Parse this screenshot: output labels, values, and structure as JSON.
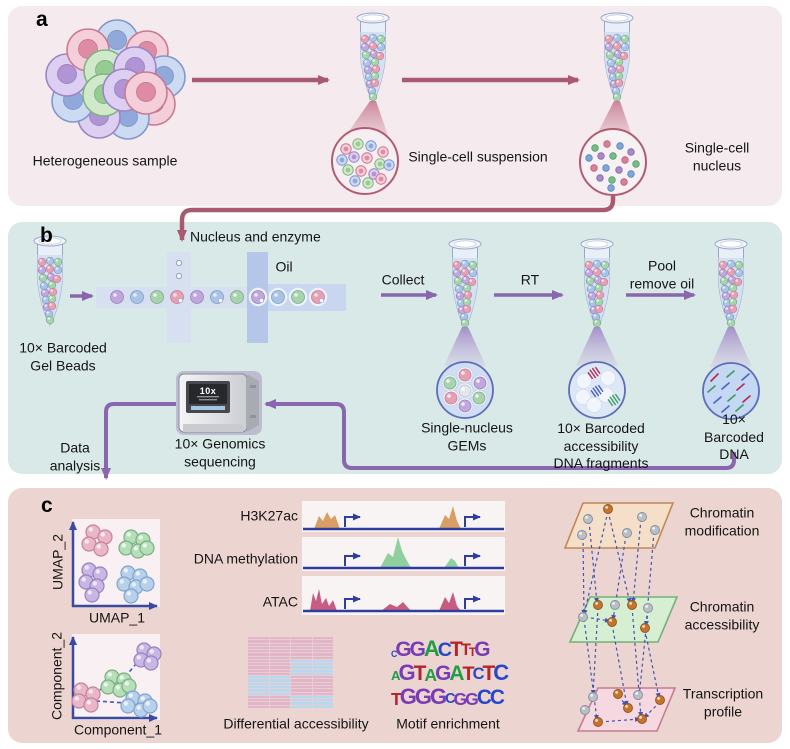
{
  "panel_a": {
    "letter": "a",
    "sample_label": "Heterogeneous sample",
    "suspension_label": "Single-cell suspension",
    "nucleus_label": "Single-cell nucleus"
  },
  "panel_b": {
    "letter": "b",
    "nucleus_enzyme_label": "Nucleus and enzyme",
    "oil_label": "Oil",
    "gel_beads_label": "10× Barcoded\nGel Beads",
    "collect_label": "Collect",
    "rt_label": "RT",
    "pool_label": "Pool\nremove oil",
    "gems_label": "Single-nucleus\nGEMs",
    "fragments_label": "10× Barcoded\naccessibility\nDNA fragments",
    "dna_label": "10× Barcoded\nDNA",
    "sequencer_screen_label": "10x",
    "sequencing_label": "10× Genomics\nsequencing",
    "data_analysis_label": "Data\nanalysis"
  },
  "panel_c": {
    "letter": "c",
    "umap": {
      "xlabel": "UMAP_1",
      "ylabel": "UMAP_2"
    },
    "trajectory": {
      "xlabel": "Component_1",
      "ylabel": "Component_2"
    },
    "track_labels": [
      "H3K27ac",
      "DNA methylation",
      "ATAC"
    ],
    "heatmap_label": "Differential accessibility",
    "motif_label": "Motif enrichment",
    "layer_labels": [
      "Chromatin\nmodification",
      "Chromatin\naccessibility",
      "Transcription\nprofile"
    ]
  },
  "colors": {
    "panel_a_bg": "#f5eaed",
    "panel_b_bg": "#d9e9e7",
    "panel_c_bg": "#ecd5d0",
    "maroon_arrow": "#a85b70",
    "purple_arrow": "#8a66ae",
    "axis_blue": "#3a4aa0",
    "track_blue": "#2e3d9e",
    "h3k27ac_peak": "#d89e63",
    "methylation_peak": "#8fd09e",
    "atac_peak": "#c75c82"
  },
  "umap_plot": {
    "clusters": [
      {
        "name": "cluster-pink",
        "fill": "#e9b7c8",
        "stroke": "#c5839d",
        "pts": [
          [
            93,
            532
          ],
          [
            105,
            537
          ],
          [
            89,
            544
          ],
          [
            101,
            549
          ]
        ]
      },
      {
        "name": "cluster-green",
        "fill": "#b4dfb8",
        "stroke": "#7fae85",
        "pts": [
          [
            131,
            537
          ],
          [
            143,
            540
          ],
          [
            126,
            548
          ],
          [
            138,
            551
          ],
          [
            147,
            548
          ]
        ]
      },
      {
        "name": "cluster-purple",
        "fill": "#c9b6e4",
        "stroke": "#9a82c0",
        "pts": [
          [
            89,
            570
          ],
          [
            100,
            574
          ],
          [
            86,
            582
          ],
          [
            97,
            586
          ],
          [
            92,
            595
          ]
        ]
      },
      {
        "name": "cluster-blue",
        "fill": "#b7d0ec",
        "stroke": "#84a4cc",
        "pts": [
          [
            128,
            573
          ],
          [
            140,
            576
          ],
          [
            124,
            584
          ],
          [
            136,
            587
          ],
          [
            147,
            584
          ],
          [
            131,
            596
          ]
        ]
      }
    ]
  },
  "trajectory_plot": {
    "clusters": [
      {
        "name": "cluster-pink",
        "fill": "#e9b7c8",
        "stroke": "#c5839d",
        "pts": [
          [
            81,
            690
          ],
          [
            93,
            694
          ],
          [
            79,
            701
          ],
          [
            91,
            705
          ]
        ]
      },
      {
        "name": "cluster-green",
        "fill": "#b4dfb8",
        "stroke": "#7fae85",
        "pts": [
          [
            112,
            677
          ],
          [
            124,
            680
          ],
          [
            108,
            687
          ],
          [
            120,
            690
          ],
          [
            129,
            686
          ]
        ]
      },
      {
        "name": "cluster-purple",
        "fill": "#c9b6e4",
        "stroke": "#9a82c0",
        "pts": [
          [
            144,
            650
          ],
          [
            154,
            654
          ],
          [
            141,
            660
          ],
          [
            151,
            663
          ]
        ]
      },
      {
        "name": "cluster-blue",
        "fill": "#b7d0ec",
        "stroke": "#84a4cc",
        "pts": [
          [
            133,
            698
          ],
          [
            145,
            701
          ],
          [
            128,
            706
          ],
          [
            141,
            710
          ],
          [
            150,
            706
          ]
        ]
      }
    ],
    "links": [
      [
        95,
        695,
        107,
        683
      ],
      [
        125,
        677,
        141,
        658
      ],
      [
        96,
        701,
        126,
        703
      ],
      [
        122,
        690,
        132,
        699
      ]
    ]
  },
  "network": {
    "node_colors": {
      "o": [
        "#c5742e",
        "#94551c"
      ],
      "g": [
        "#b9bfc6",
        "#878e96"
      ]
    },
    "layers": [
      {
        "nodes": [
          [
            "o",
            608,
            509
          ],
          [
            "g",
            588,
            519
          ],
          [
            "g",
            642,
            517
          ],
          [
            "g",
            582,
            535
          ],
          [
            "g",
            627,
            533
          ],
          [
            "g",
            655,
            530
          ]
        ]
      },
      {
        "nodes": [
          [
            "o",
            598,
            605
          ],
          [
            "g",
            615,
            605
          ],
          [
            "o",
            632,
            605
          ],
          [
            "g",
            648,
            608
          ],
          [
            "g",
            583,
            617
          ],
          [
            "o",
            612,
            622
          ],
          [
            "o",
            645,
            628
          ]
        ]
      },
      {
        "nodes": [
          [
            "g",
            593,
            697
          ],
          [
            "o",
            618,
            694
          ],
          [
            "g",
            638,
            695
          ],
          [
            "o",
            660,
            700
          ],
          [
            "g",
            585,
            710
          ],
          [
            "o",
            628,
            708
          ],
          [
            "o",
            598,
            722
          ],
          [
            "o",
            642,
            719
          ]
        ]
      }
    ],
    "links": [
      [
        608,
        511,
        584,
        615
      ],
      [
        608,
        511,
        630,
        603
      ],
      [
        589,
        521,
        597,
        603
      ],
      [
        641,
        519,
        633,
        603
      ],
      [
        626,
        535,
        613,
        620
      ],
      [
        654,
        532,
        646,
        626
      ],
      [
        583,
        537,
        584,
        615
      ],
      [
        598,
        607,
        593,
        695
      ],
      [
        584,
        619,
        597,
        720
      ],
      [
        612,
        624,
        627,
        706
      ],
      [
        632,
        607,
        641,
        717
      ],
      [
        645,
        630,
        659,
        698
      ],
      [
        648,
        610,
        639,
        697
      ],
      [
        585,
        617,
        610,
        621
      ],
      [
        600,
        722,
        640,
        719
      ],
      [
        618,
        696,
        627,
        706
      ],
      [
        660,
        702,
        644,
        718
      ]
    ]
  },
  "heatmap": {
    "cols": 4,
    "palette": {
      "P": "#e2b6c6",
      "B": "#b7d9ee"
    },
    "bands": [
      {
        "n": 7,
        "p": "PPPP"
      },
      {
        "n": 5,
        "p": "PPBB"
      },
      {
        "n": 6,
        "p": "BBPP"
      },
      {
        "n": 4,
        "p": "PPBB"
      }
    ]
  },
  "motif": {
    "letter_colors": {
      "A": "#1f9e46",
      "C": "#2847c8",
      "G": "#7a3cb4",
      "T": "#b2262e"
    },
    "rows": [
      [
        [
          "C",
          0.4
        ],
        [
          "G",
          0.95
        ],
        [
          "G",
          0.95
        ],
        [
          "A",
          1
        ],
        [
          "C",
          0.9
        ],
        [
          "T",
          0.95
        ],
        [
          "T",
          0.75
        ],
        [
          "T",
          0.55
        ],
        [
          "G",
          0.95
        ]
      ],
      [
        [
          "A",
          0.6
        ],
        [
          "G",
          1
        ],
        [
          "T",
          0.95
        ],
        [
          "A",
          0.8
        ],
        [
          "G",
          0.95
        ],
        [
          "A",
          0.95
        ],
        [
          "T",
          0.9
        ],
        [
          "C",
          0.75
        ],
        [
          "T",
          0.95
        ],
        [
          "C",
          1
        ]
      ],
      [
        [
          "T",
          0.8
        ],
        [
          "G",
          1
        ],
        [
          "G",
          1
        ],
        [
          "G",
          1
        ],
        [
          "C",
          0.65
        ],
        [
          "G",
          0.8
        ],
        [
          "G",
          0.8
        ],
        [
          "C",
          0.95
        ],
        [
          "C",
          0.95
        ]
      ]
    ]
  }
}
